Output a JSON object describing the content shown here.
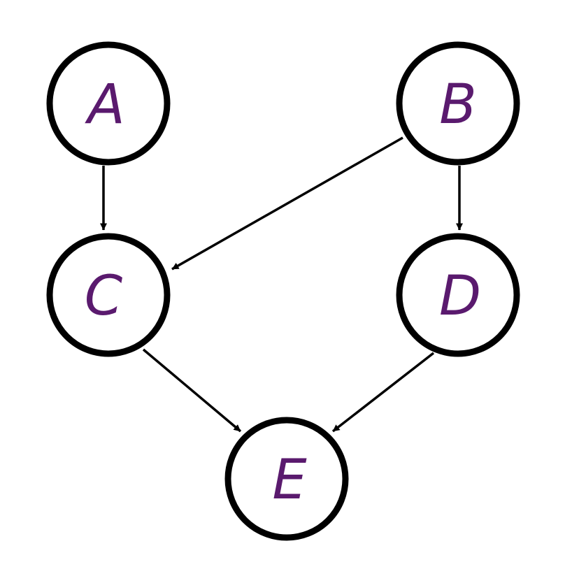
{
  "diagram": {
    "nodes": [
      {
        "id": "A",
        "label": "A"
      },
      {
        "id": "B",
        "label": "B"
      },
      {
        "id": "C",
        "label": "C"
      },
      {
        "id": "D",
        "label": "D"
      },
      {
        "id": "E",
        "label": "E"
      }
    ],
    "edges": [
      {
        "from": "A",
        "to": "C"
      },
      {
        "from": "B",
        "to": "C"
      },
      {
        "from": "B",
        "to": "D"
      },
      {
        "from": "C",
        "to": "E"
      },
      {
        "from": "D",
        "to": "E"
      }
    ],
    "colors": {
      "label": "#5a1a6e",
      "stroke": "#000000",
      "background": "#ffffff"
    }
  }
}
